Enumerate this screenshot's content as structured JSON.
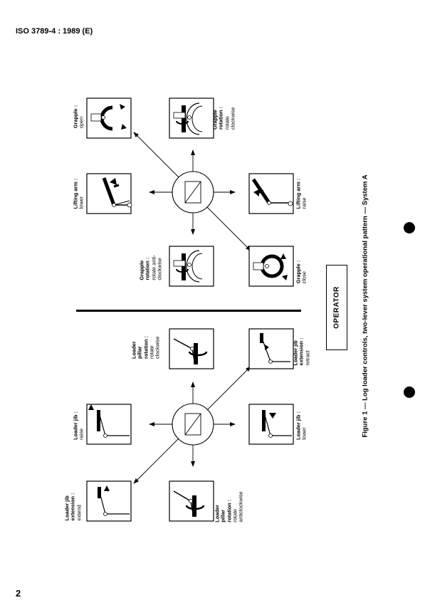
{
  "header": {
    "title": "ISO 3789-4 : 1989 (E)"
  },
  "page_number": "2",
  "figure_caption": "Figure 1 — Log loader controls, two-lever system operational pattern — System A",
  "operator_label": "OPERATOR",
  "upper_panel": {
    "grapple_open": {
      "title": "Grapple :",
      "action": "open"
    },
    "grapple_rotate_cw": {
      "title1": "Grapple",
      "title2": "rotation :",
      "action1": "rotate",
      "action2": "clockwise"
    },
    "lifting_arm_lower": {
      "title": "Lifting arm :",
      "action": "lower"
    },
    "lifting_arm_raise": {
      "title": "Lifting arm :",
      "action": "raise"
    },
    "grapple_rotate_acw": {
      "title1": "Grapple",
      "title2": "rotation :",
      "action1": "rotate anti-",
      "action2": "clockwise"
    },
    "grapple_close": {
      "title": "Grapple :",
      "action": "close"
    }
  },
  "lower_panel": {
    "pillar_rotate_cw": {
      "title1": "Loader",
      "title2": "pillar",
      "title3": "rotation :",
      "action1": "rotate",
      "action2": "clockwise"
    },
    "jib_ext_retract": {
      "title1": "Loader jib",
      "title2": "extension :",
      "action": "retract"
    },
    "jib_raise": {
      "title": "Loader jib :",
      "action": "raise"
    },
    "jib_lower": {
      "title": "Loader jib :",
      "action": "lower"
    },
    "jib_ext_extend": {
      "title1": "Loader jib",
      "title2": "extension :",
      "action": "extend"
    },
    "pillar_rotate_acw": {
      "title1": "Loader",
      "title2": "pillar",
      "title3": "rotation :",
      "action1": "rotate",
      "action2": "anticlockwise"
    }
  }
}
